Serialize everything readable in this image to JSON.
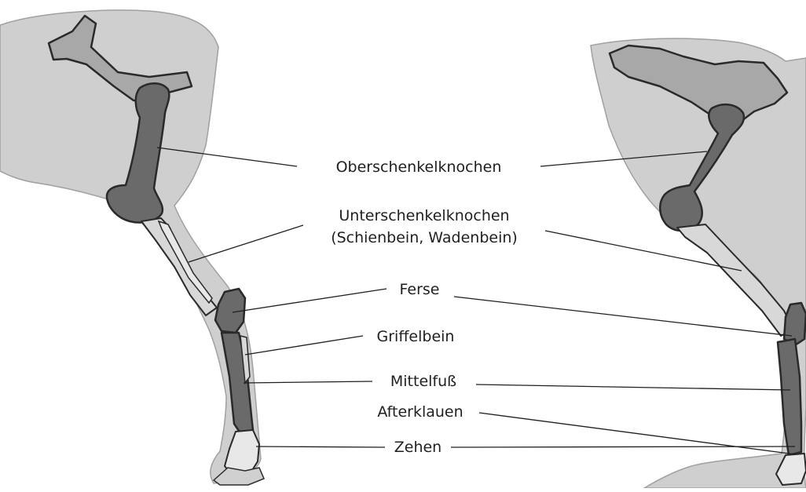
{
  "labels": {
    "oberschenkel": "Oberschenkelknochen",
    "unterschenkel_line1": "Unterschenkelknochen",
    "unterschenkel_line2": "(Schienbein, Wadenbein)",
    "ferse": "Ferse",
    "griffelbein": "Griffelbein",
    "mittelfuss": "Mittelfuß",
    "afterklauen": "Afterklauen",
    "zehen": "Zehen"
  },
  "colors": {
    "skin": "#cfcfcf",
    "bone_dark": "#6a6a6a",
    "bone_light": "#a8a8a8",
    "outline": "#2a2a2a",
    "leader_line": "#1f1f1f"
  }
}
